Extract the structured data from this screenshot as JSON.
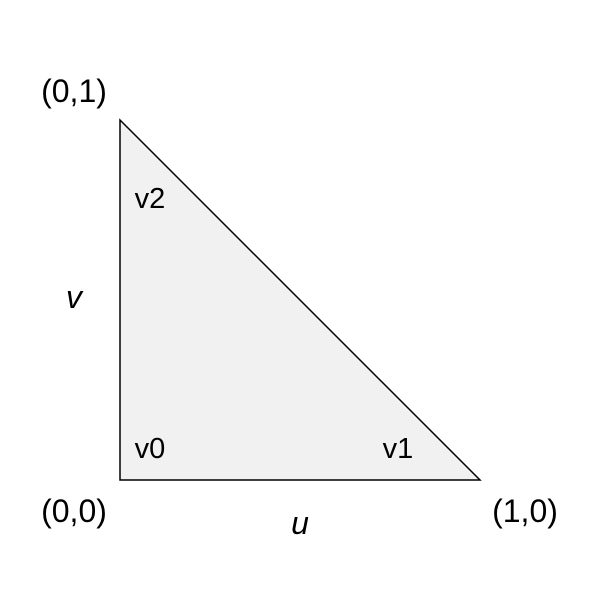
{
  "diagram": {
    "triangle": {
      "fill_color": "#f1f1f1",
      "stroke_color": "#000000"
    },
    "corners": {
      "origin": "(0,0)",
      "u_end": "(1,0)",
      "v_end": "(0,1)"
    },
    "vertices": {
      "v0": "v0",
      "v1": "v1",
      "v2": "v2"
    },
    "axes": {
      "u": "u",
      "v": "v"
    }
  }
}
